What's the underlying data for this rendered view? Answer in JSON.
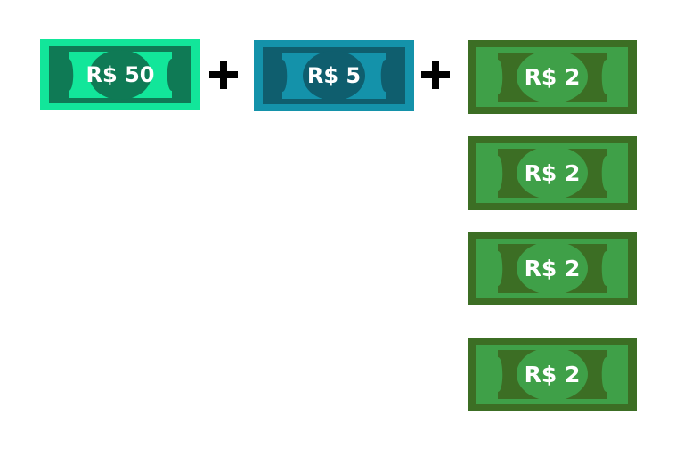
{
  "operators": [
    "+",
    "+"
  ],
  "bills": [
    {
      "label": "R$ 50",
      "colors": {
        "outer": "#12E69A",
        "body": "#0F7A55",
        "ring": "#12E69A",
        "oval": "#0F7A55"
      }
    },
    {
      "label": "R$ 5",
      "colors": {
        "outer": "#1492AA",
        "body": "#0F5E6E",
        "ring": "#1492AA",
        "oval": "#0F5E6E"
      }
    },
    {
      "label": "R$ 2",
      "colors": {
        "outer": "#3C6E24",
        "body": "#3FA048",
        "ring": "#3C6E24",
        "oval": "#3FA048"
      }
    },
    {
      "label": "R$ 2",
      "colors": {
        "outer": "#3C6E24",
        "body": "#3FA048",
        "ring": "#3C6E24",
        "oval": "#3FA048"
      }
    },
    {
      "label": "R$ 2",
      "colors": {
        "outer": "#3C6E24",
        "body": "#3FA048",
        "ring": "#3C6E24",
        "oval": "#3FA048"
      }
    },
    {
      "label": "R$ 2",
      "colors": {
        "outer": "#3C6E24",
        "body": "#3FA048",
        "ring": "#3C6E24",
        "oval": "#3FA048"
      }
    }
  ]
}
